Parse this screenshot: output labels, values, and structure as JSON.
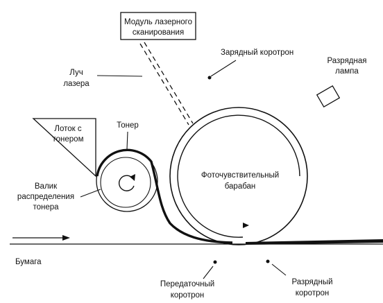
{
  "labels": {
    "scanner_line1": "Модуль лазерного",
    "scanner_line2": "сканирования",
    "beam_line1": "Луч",
    "beam_line2": "лазера",
    "charge_corotron": "Зарядный коротрон",
    "discharge_lamp_line1": "Разрядная",
    "discharge_lamp_line2": "лампа",
    "toner_tray_line1": "Лоток с",
    "toner_tray_line2": "тонером",
    "toner": "Тонер",
    "roller_line1": "Валик",
    "roller_line2": "распределения",
    "roller_line3": "тонера",
    "drum_line1": "Фоточувствительный",
    "drum_line2": "барабан",
    "paper": "Бумага",
    "transfer_line1": "Передаточный",
    "transfer_line2": "коротрон",
    "discharge_corotron_line1": "Разрядный",
    "discharge_corotron_line2": "коротрон"
  },
  "colors": {
    "ink": "#111111",
    "background": "#ffffff"
  }
}
